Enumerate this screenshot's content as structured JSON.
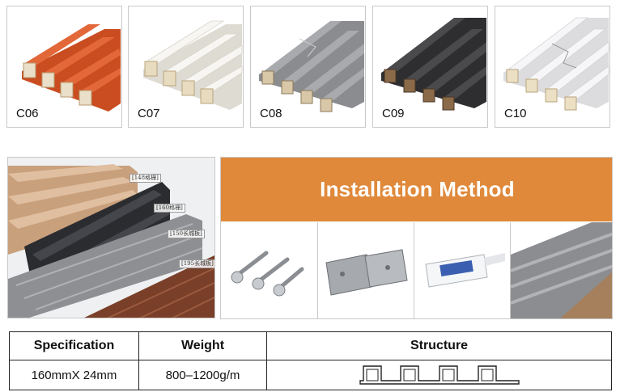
{
  "swatches": [
    {
      "code": "C06",
      "color": "#d85a2a"
    },
    {
      "code": "C07",
      "color": "#f1efe9"
    },
    {
      "code": "C08",
      "color": "#9a9b9d"
    },
    {
      "code": "C09",
      "color": "#3e3e40"
    },
    {
      "code": "C10",
      "color": "#f4f4f4"
    }
  ],
  "variants": {
    "labels": [
      "[148格栅]",
      "[160格栅]",
      "[150长城板]",
      "[195长城板]"
    ]
  },
  "installation": {
    "title": "Installation Method",
    "accent_color": "#e0893a",
    "tiles": [
      "screw-icon",
      "metal-clip-icon",
      "glue-tube-icon",
      "panel-icon"
    ]
  },
  "spec_table": {
    "headers": [
      "Specification",
      "Weight",
      "Structure"
    ],
    "row": [
      "160mmX 24mm",
      "800–1200g/m"
    ]
  }
}
